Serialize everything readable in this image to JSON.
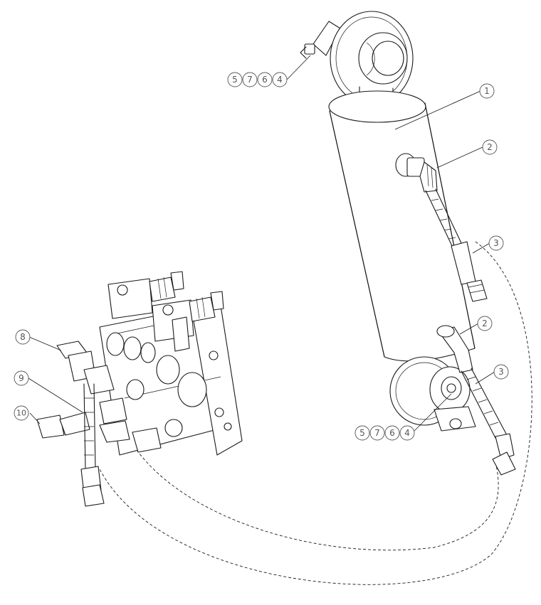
{
  "callouts": {
    "part_1": "1",
    "part_2_upper": "2",
    "part_2_lower": "2",
    "part_3_upper": "3",
    "part_3_lower": "3",
    "part_8": "8",
    "part_9": "9",
    "part_10": "10",
    "top_group": [
      "5",
      "7",
      "6",
      "4"
    ],
    "bottom_group": [
      "5",
      "7",
      "6",
      "4"
    ]
  }
}
